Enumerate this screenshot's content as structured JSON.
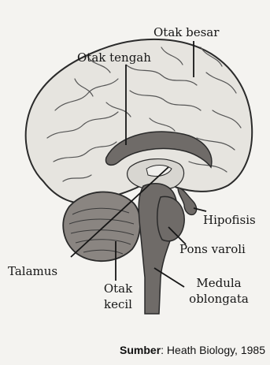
{
  "labels": {
    "otak_besar": "Otak besar",
    "otak_tengah": "Otak tengah",
    "hipofisis": "Hipofisis",
    "pons_varoli": "Pons varoli",
    "talamus": "Talamus",
    "otak_kecil_1": "Otak",
    "otak_kecil_2": "kecil",
    "medula_1": "Medula",
    "medula_2": "oblongata"
  },
  "source": {
    "prefix": "Sumber",
    "text": ": Heath Biology, 1985"
  },
  "colors": {
    "background": "#f4f3f0",
    "cerebrum_fill": "#e6e4df",
    "structure_fill": "#6f6b68",
    "cerebellum_fill": "#8a8581",
    "outline": "#2a2a2a"
  }
}
